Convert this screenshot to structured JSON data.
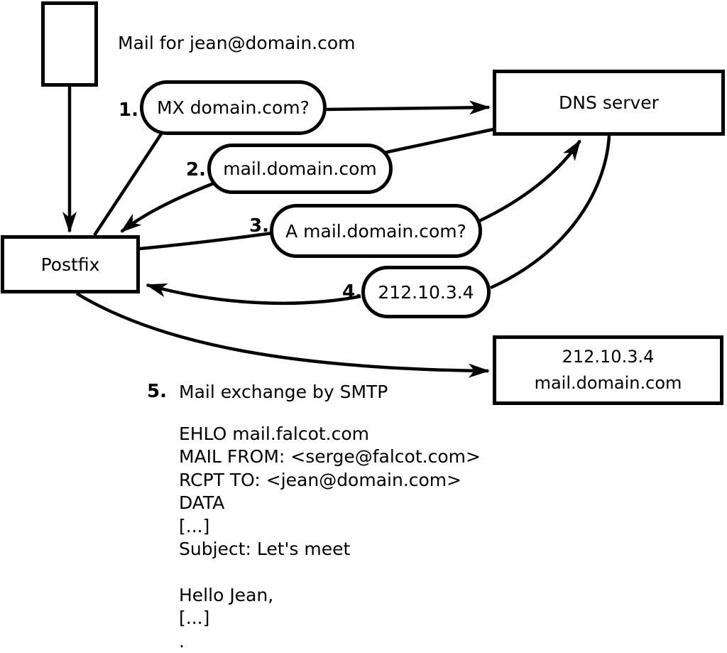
{
  "diagram": {
    "mail_label": "Mail for jean@domain.com",
    "nodes": {
      "postfix": "Postfix",
      "dns_server": "DNS server",
      "destination": {
        "ip": "212.10.3.4",
        "hostname": "mail.domain.com"
      }
    },
    "steps": [
      {
        "num": "1.",
        "label": "MX domain.com?"
      },
      {
        "num": "2.",
        "label": "mail.domain.com"
      },
      {
        "num": "3.",
        "label": "A mail.domain.com?"
      },
      {
        "num": "4.",
        "label": "212.10.3.4"
      },
      {
        "num": "5.",
        "label": "Mail exchange by SMTP"
      }
    ],
    "smtp_session": "EHLO mail.falcot.com\nMAIL FROM: <serge@falcot.com>\nRCPT TO: <jean@domain.com>\nDATA\n[...]\nSubject: Let's meet\n\nHello Jean,\n[...]\n."
  }
}
